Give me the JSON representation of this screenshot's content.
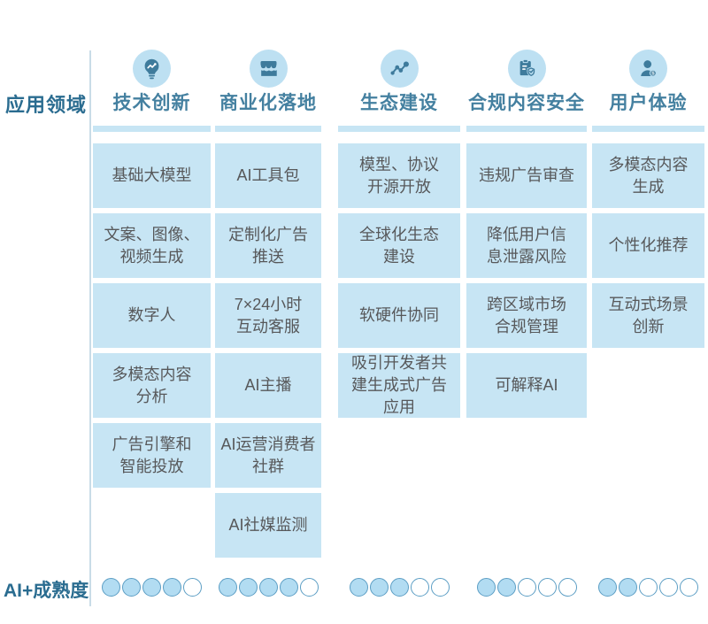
{
  "labels": {
    "left_top": "应用领域",
    "left_bottom": "AI+成熟度"
  },
  "maturity_scale_max": 5,
  "columns": [
    {
      "icon": "lightbulb-trend-icon",
      "header": "技术创新",
      "items": [
        "基础大模型",
        "文案、图像、\n视频生成",
        "数字人",
        "多模态内容\n分析",
        "广告引擎和\n智能投放"
      ],
      "maturity": 4
    },
    {
      "icon": "storefront-icon",
      "header": "商业化落地",
      "items": [
        "AI工具包",
        "定制化广告\n推送",
        "7×24小时\n互动客服",
        "AI主播",
        "AI运营消费者\n社群",
        "AI社媒监测"
      ],
      "maturity": 4
    },
    {
      "icon": "scatter-trend-icon",
      "header": "生态建设",
      "items": [
        "模型、协议\n开源开放",
        "全球化生态\n建设",
        "软硬件协同",
        "吸引开发者共\n建生成式广告\n应用"
      ],
      "maturity": 3
    },
    {
      "icon": "clipboard-shield-icon",
      "header": "合规内容安全",
      "items": [
        "违规广告审查",
        "降低用户信\n息泄露风险",
        "跨区域市场\n合规管理",
        "可解释AI"
      ],
      "maturity": 2
    },
    {
      "icon": "user-badge-icon",
      "header": "用户体验",
      "items": [
        "多模态内容\n生成",
        "个性化推荐",
        "互动式场景\n创新"
      ],
      "maturity": 2
    }
  ],
  "colors": {
    "box_fill": "#C7E5F4",
    "icon_circle_fill": "#BDE0F2",
    "icon_glyph": "#3E7B9C",
    "header_text": "#4480A0",
    "side_label_text": "#2A6C90",
    "box_text": "#57585A",
    "dot_fill": "#B2DCF2",
    "dot_border": "#5C9EC4",
    "dot_empty_fill": "#FFFFFF",
    "divider": "#C9DCE7"
  }
}
